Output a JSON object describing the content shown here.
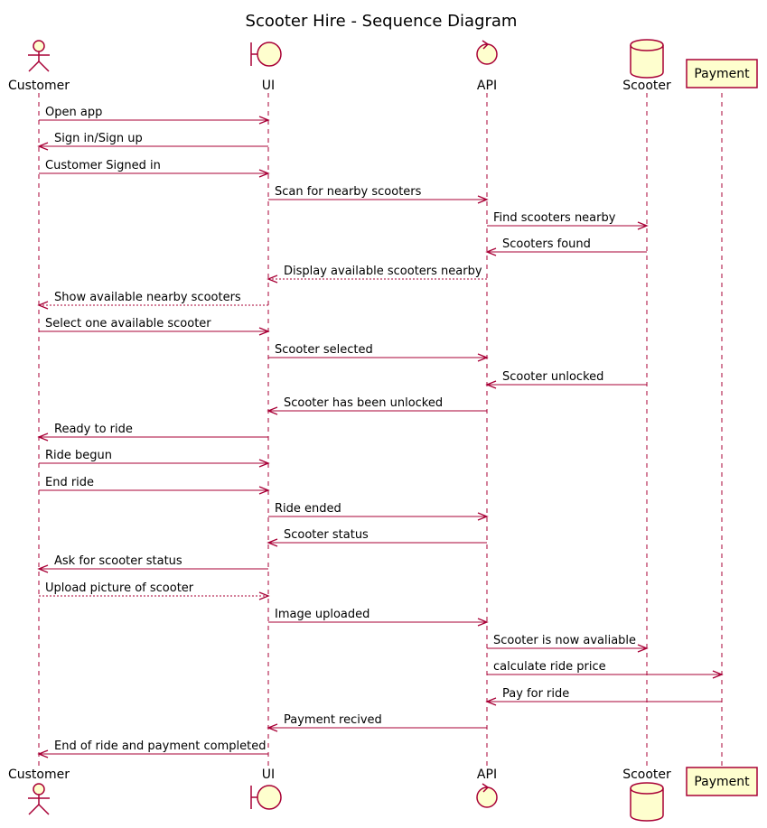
{
  "title": "Scooter Hire - Sequence Diagram",
  "colors": {
    "line": "#A80036",
    "fill": "#FEFECE",
    "text": "#000000"
  },
  "participants": [
    {
      "id": "customer",
      "label": "Customer",
      "kind": "actor"
    },
    {
      "id": "ui",
      "label": "UI",
      "kind": "boundary"
    },
    {
      "id": "api",
      "label": "API",
      "kind": "control"
    },
    {
      "id": "scooter",
      "label": "Scooter",
      "kind": "database"
    },
    {
      "id": "payment",
      "label": "Payment",
      "kind": "participant"
    }
  ],
  "messages": [
    {
      "from": "customer",
      "to": "ui",
      "text": "Open app",
      "dashed": false
    },
    {
      "from": "ui",
      "to": "customer",
      "text": "Sign in/Sign up",
      "dashed": false
    },
    {
      "from": "customer",
      "to": "ui",
      "text": "Customer Signed in",
      "dashed": false
    },
    {
      "from": "ui",
      "to": "api",
      "text": "Scan for nearby scooters",
      "dashed": false
    },
    {
      "from": "api",
      "to": "scooter",
      "text": "Find scooters nearby",
      "dashed": false
    },
    {
      "from": "scooter",
      "to": "api",
      "text": "Scooters found",
      "dashed": false
    },
    {
      "from": "api",
      "to": "ui",
      "text": "Display available scooters nearby",
      "dashed": true
    },
    {
      "from": "ui",
      "to": "customer",
      "text": "Show available nearby scooters",
      "dashed": true
    },
    {
      "from": "customer",
      "to": "ui",
      "text": "Select one available scooter",
      "dashed": false
    },
    {
      "from": "ui",
      "to": "api",
      "text": "Scooter selected",
      "dashed": false
    },
    {
      "from": "scooter",
      "to": "api",
      "text": "Scooter unlocked",
      "dashed": false
    },
    {
      "from": "api",
      "to": "ui",
      "text": "Scooter has been unlocked",
      "dashed": false
    },
    {
      "from": "ui",
      "to": "customer",
      "text": "Ready to ride",
      "dashed": false
    },
    {
      "from": "customer",
      "to": "ui",
      "text": "Ride begun",
      "dashed": false
    },
    {
      "from": "customer",
      "to": "ui",
      "text": "End ride",
      "dashed": false
    },
    {
      "from": "ui",
      "to": "api",
      "text": "Ride ended",
      "dashed": false
    },
    {
      "from": "api",
      "to": "ui",
      "text": "Scooter status",
      "dashed": false
    },
    {
      "from": "ui",
      "to": "customer",
      "text": "Ask for scooter status",
      "dashed": false
    },
    {
      "from": "customer",
      "to": "ui",
      "text": "Upload picture of scooter",
      "dashed": true
    },
    {
      "from": "ui",
      "to": "api",
      "text": "Image uploaded",
      "dashed": false
    },
    {
      "from": "api",
      "to": "scooter",
      "text": "Scooter is now avaliable",
      "dashed": false
    },
    {
      "from": "api",
      "to": "payment",
      "text": "calculate ride price",
      "dashed": false
    },
    {
      "from": "payment",
      "to": "api",
      "text": "Pay for ride",
      "dashed": false
    },
    {
      "from": "api",
      "to": "ui",
      "text": "Payment recived",
      "dashed": false
    },
    {
      "from": "ui",
      "to": "customer",
      "text": "End of ride and payment completed",
      "dashed": false
    }
  ]
}
